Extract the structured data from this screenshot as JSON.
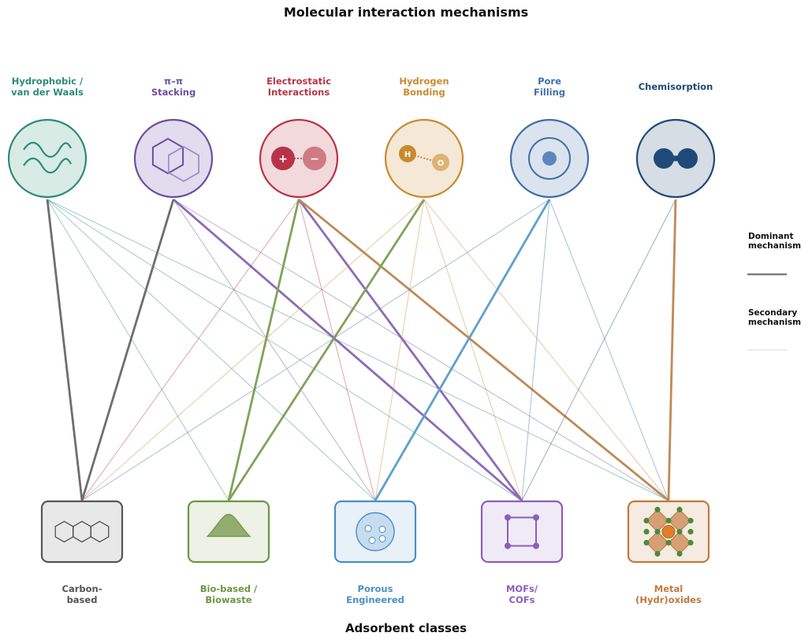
{
  "title": "Molecular interaction mechanisms",
  "bottom_title": "Adsorbent classes",
  "mechanisms": [
    {
      "id": "hydrophobic",
      "label": "Hydrophobic /\nvan der Waals",
      "color": "#2e8b7a",
      "fill": "#d8ebe5",
      "icon": "wave-icon"
    },
    {
      "id": "pipi",
      "label": "π–π\nStacking",
      "color": "#6b4fa0",
      "fill": "#e2dcee",
      "icon": "hexagon-icon"
    },
    {
      "id": "electrostatic",
      "label": "Electrostatic\nInteractions",
      "color": "#b83347",
      "fill": "#f1d9dc",
      "icon": "charge-icon"
    },
    {
      "id": "hbond",
      "label": "Hydrogen\nBonding",
      "color": "#c98a2e",
      "fill": "#f5e8d6",
      "icon": "h-bond-icon"
    },
    {
      "id": "pore",
      "label": "Pore\nFilling",
      "color": "#3e6fa8",
      "fill": "#dbe3ee",
      "icon": "pore-icon"
    },
    {
      "id": "chemi",
      "label": "Chemisorption",
      "color": "#1f4a78",
      "fill": "#d6dde5",
      "icon": "dumbbell-icon"
    }
  ],
  "adsorbents": [
    {
      "id": "carbon",
      "label": "Carbon-\nbased",
      "color": "#555555",
      "fill": "#e8e8e8",
      "icon": "graphene-icon"
    },
    {
      "id": "bio",
      "label": "Bio-based /\nBiowaste",
      "color": "#6e9645",
      "fill": "#edf1e6",
      "icon": "leaf-mound-icon"
    },
    {
      "id": "porous",
      "label": "Porous\nEngineered",
      "color": "#4a8fc4",
      "fill": "#e8f0f8",
      "icon": "pore-particle-icon"
    },
    {
      "id": "mof",
      "label": "MOFs/\nCOFs",
      "color": "#8a5fb8",
      "fill": "#f0eaf6",
      "icon": "framework-icon"
    },
    {
      "id": "metal",
      "label": "Metal\n(Hydr)oxides",
      "color": "#c07a3c",
      "fill": "#f5ebe2",
      "icon": "lattice-icon"
    }
  ],
  "links": [
    {
      "from": "hydrophobic",
      "to": "carbon",
      "type": "dominant"
    },
    {
      "from": "hydrophobic",
      "to": "bio",
      "type": "secondary"
    },
    {
      "from": "hydrophobic",
      "to": "porous",
      "type": "secondary"
    },
    {
      "from": "hydrophobic",
      "to": "mof",
      "type": "secondary"
    },
    {
      "from": "hydrophobic",
      "to": "metal",
      "type": "secondary"
    },
    {
      "from": "pipi",
      "to": "carbon",
      "type": "dominant"
    },
    {
      "from": "pipi",
      "to": "porous",
      "type": "secondary"
    },
    {
      "from": "pipi",
      "to": "mof",
      "type": "dominant"
    },
    {
      "from": "pipi",
      "to": "metal",
      "type": "secondary"
    },
    {
      "from": "electrostatic",
      "to": "carbon",
      "type": "secondary"
    },
    {
      "from": "electrostatic",
      "to": "bio",
      "type": "dominant"
    },
    {
      "from": "electrostatic",
      "to": "porous",
      "type": "secondary"
    },
    {
      "from": "electrostatic",
      "to": "mof",
      "type": "dominant"
    },
    {
      "from": "electrostatic",
      "to": "metal",
      "type": "dominant"
    },
    {
      "from": "hbond",
      "to": "carbon",
      "type": "secondary"
    },
    {
      "from": "hbond",
      "to": "bio",
      "type": "dominant"
    },
    {
      "from": "hbond",
      "to": "porous",
      "type": "secondary"
    },
    {
      "from": "hbond",
      "to": "mof",
      "type": "secondary"
    },
    {
      "from": "hbond",
      "to": "metal",
      "type": "secondary"
    },
    {
      "from": "pore",
      "to": "carbon",
      "type": "secondary"
    },
    {
      "from": "pore",
      "to": "porous",
      "type": "dominant"
    },
    {
      "from": "pore",
      "to": "mof",
      "type": "secondary"
    },
    {
      "from": "pore",
      "to": "metal",
      "type": "secondary"
    },
    {
      "from": "chemi",
      "to": "mof",
      "type": "secondary"
    },
    {
      "from": "chemi",
      "to": "metal",
      "type": "dominant"
    }
  ],
  "legend": {
    "dominant_label": "Dominant\nmechanism",
    "secondary_label": "Secondary\nmechanism",
    "dominant_color": "#7f7f7f",
    "secondary_color": "#d9d9d9"
  },
  "icon_text": {
    "plus": "+",
    "minus": "−",
    "h": "H",
    "o": "O"
  }
}
